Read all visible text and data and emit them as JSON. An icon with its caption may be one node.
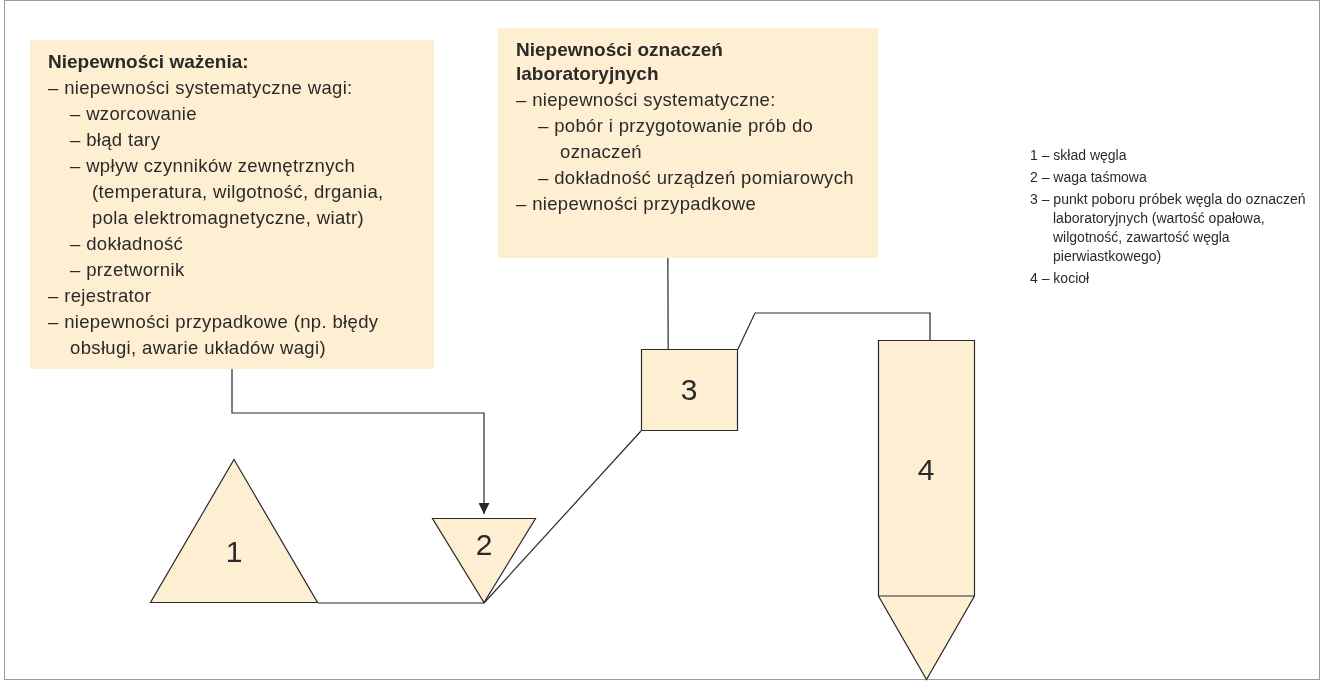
{
  "diagram": {
    "nodes": [
      {
        "text": [
          "Niepewności ważenia:",
          "– niepewności systematyczne wagi:",
          "– wzorcowanie",
          "– błąd tary",
          "– wpływ czynników zewnętrznych (temperatura, wilgotność, drgania, pola elektromagnetyczne, wiatr)",
          "– dokładność",
          "– przetwornik",
          "– rejestrator",
          "– niepewności przypadkowe (np. błędy obsługi, awarie układów wagi)"
        ]
      },
      {
        "text": [
          "Niepewności oznaczeń laboratoryjnych",
          "– niepewności systematyczne:",
          "– pobór i przygotowanie prób do oznaczeń",
          "– dokładność urządzeń pomiarowych",
          "– niepewności przypadkowe"
        ]
      },
      {
        "text": [
          "1"
        ]
      },
      {
        "text": [
          "2"
        ]
      },
      {
        "text": [
          "3"
        ]
      },
      {
        "text": [
          "4"
        ]
      }
    ],
    "edges": [
      {
        "from": 0,
        "to": 3,
        "arrow": "to"
      },
      {
        "from": 1,
        "to": 4,
        "arrow": "none"
      },
      {
        "from": 2,
        "to": 3,
        "arrow": "none"
      },
      {
        "from": 3,
        "to": 4,
        "arrow": "none"
      },
      {
        "from": 4,
        "to": 5,
        "arrow": "none"
      }
    ],
    "labels": [
      "1 – skład węgla",
      "2 – waga taśmowa",
      "3 – punkt poboru próbek węgla do oznaczeń laboratoryjnych (wartość opałowa, wilgotność, zawartość węgla pierwiastkowego)",
      "4 – kocioł"
    ]
  }
}
